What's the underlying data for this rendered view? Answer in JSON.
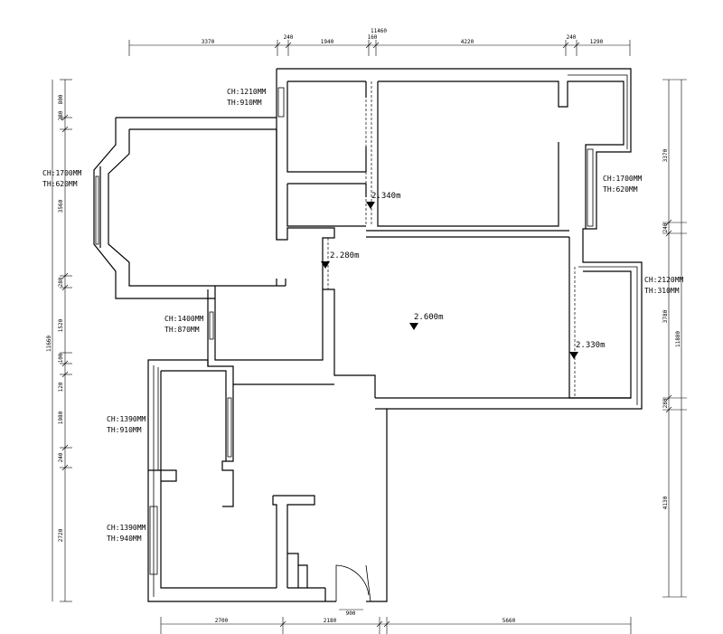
{
  "dimensions": {
    "top_overall": "11460",
    "top": [
      "3370",
      "240",
      "1940",
      "160",
      "4220",
      "240",
      "1290"
    ],
    "bottom": [
      "2700",
      "2180",
      "5660"
    ],
    "left": [
      "800",
      "280",
      "3560",
      "280",
      "1520",
      "100",
      "120",
      "1980",
      "240",
      "2720"
    ],
    "left_overall": "11660",
    "right": [
      "3370",
      "240",
      "3780",
      "280",
      "4130"
    ],
    "right_overall": "11880",
    "door_width": "900"
  },
  "window_labels": [
    {
      "ch": "CH:1210MM",
      "th": "TH:910MM"
    },
    {
      "ch": "CH:1700MM",
      "th": "TH:620MM"
    },
    {
      "ch": "CH:1700MM",
      "th": "TH:620MM"
    },
    {
      "ch": "CH:2120MM",
      "th": "TH:310MM"
    },
    {
      "ch": "CH:1400MM",
      "th": "TH:870MM"
    },
    {
      "ch": "CH:1390MM",
      "th": "TH:910MM"
    },
    {
      "ch": "CH:1390MM",
      "th": "TH:940MM"
    }
  ],
  "ceiling_levels": [
    "2.340m",
    "2.280m",
    "2.600m",
    "2.330m"
  ]
}
